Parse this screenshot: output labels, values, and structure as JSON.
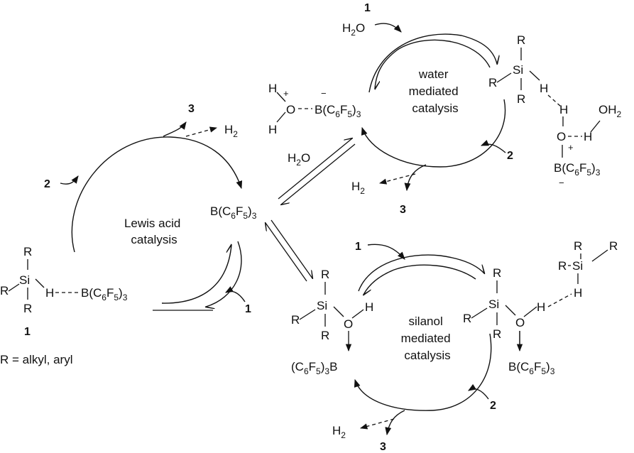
{
  "compound_labels": {
    "one": "1",
    "two": "2",
    "three": "3"
  },
  "species": {
    "water": "H",
    "water_sub": "2",
    "water_o": "O",
    "h2": "H",
    "h2_sub": "2",
    "borane_b": "B(C",
    "borane_c6": "6",
    "borane_f": "F",
    "borane_f5": "5",
    "borane_close": ")",
    "borane_3": "3",
    "boron_inv_open": "(C",
    "boron_inv_b": "B",
    "r": "R",
    "si": "Si",
    "h": "H",
    "o": "O",
    "oh2": "OH",
    "plus": "+",
    "minus": "−"
  },
  "cycles": {
    "lewis_acid": [
      "Lewis acid",
      "catalysis"
    ],
    "water": [
      "water",
      "mediated",
      "catalysis"
    ],
    "silanol": [
      "silanol",
      "mediated",
      "catalysis"
    ]
  },
  "legend": {
    "r_def": "R =  alkyl, aryl"
  }
}
